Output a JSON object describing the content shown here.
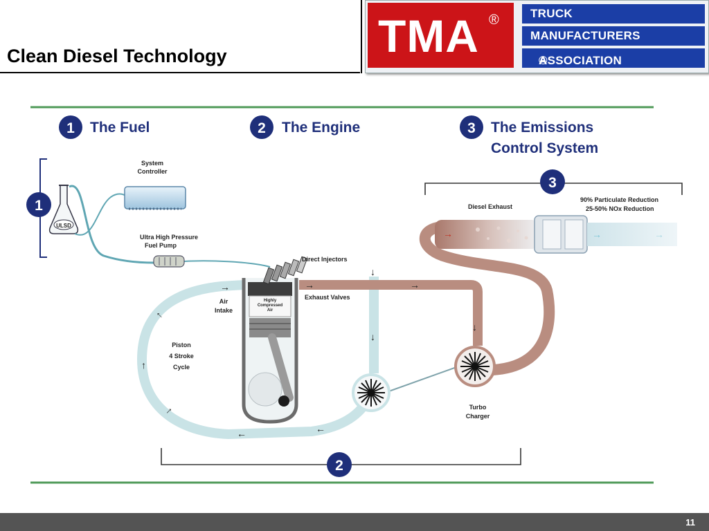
{
  "slide": {
    "title": "Clean Diesel Technology",
    "page_number": "11"
  },
  "logo": {
    "acronym": "TMA",
    "registered": "®",
    "line1": "TRUCK",
    "line2": "MANUFACTURERS",
    "line3": "ASSOCIATION",
    "line3_mark": "®"
  },
  "diagram": {
    "steps": [
      {
        "number": "1",
        "title": "The Fuel"
      },
      {
        "number": "2",
        "title": "The Engine"
      },
      {
        "number": "3",
        "title_line1": "The Emissions",
        "title_line2": "Control System"
      }
    ],
    "labels": {
      "system_controller_1": "System",
      "system_controller_2": "Controller",
      "fuel_pump_1": "Ultra High Pressure",
      "fuel_pump_2": "Fuel Pump",
      "ulsd": "ULSD",
      "direct_injectors": "Direct Injectors",
      "air_intake_1": "Air",
      "air_intake_2": "Intake",
      "highly_1": "Highly",
      "highly_2": "Compressed",
      "highly_3": "Air",
      "exhaust_valves": "Exhaust Valves",
      "piston_1": "Piston",
      "piston_2": "4 Stroke",
      "piston_3": "Cycle",
      "diesel_exhaust": "Diesel Exhaust",
      "pm_reduction": "90% Particulate Reduction",
      "nox_reduction": "25-50% NOx Reduction",
      "turbo_1": "Turbo",
      "turbo_2": "Charger"
    },
    "colors": {
      "step_circle": "#1f2f7a",
      "rule_green": "#4f9a58",
      "intake_air": "#c9e3e6",
      "exhaust": "#b98d80",
      "fuel_line": "#5fa6b3"
    }
  }
}
